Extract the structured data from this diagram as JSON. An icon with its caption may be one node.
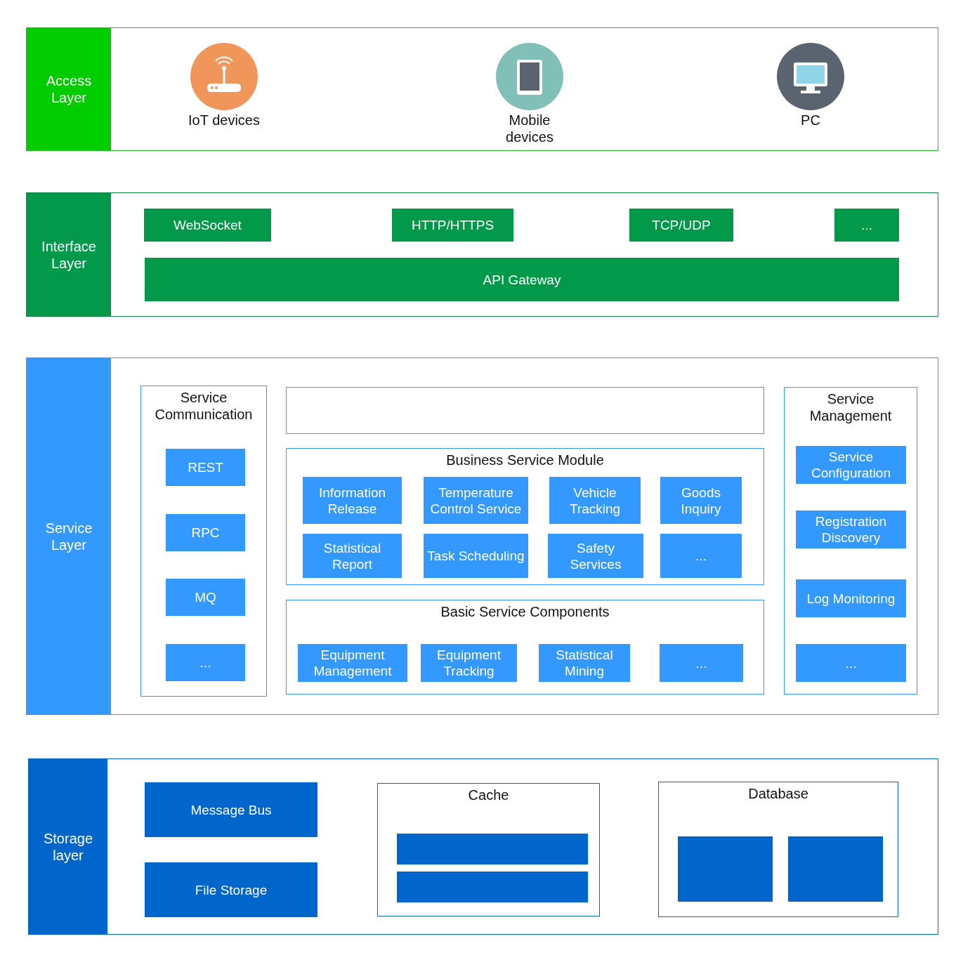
{
  "diagram": {
    "nodes": [
      {
        "text": [
          "Access Layer"
        ]
      },
      {
        "text": [
          "IoT devices"
        ],
        "in": 0
      },
      {
        "text": [
          "Mobile devices"
        ],
        "in": 0
      },
      {
        "text": [
          "PC"
        ],
        "in": 0
      },
      {
        "text": [
          "Interface Layer"
        ]
      },
      {
        "text": [
          "WebSocket"
        ],
        "in": 4
      },
      {
        "text": [
          "HTTP/HTTPS"
        ],
        "in": 4
      },
      {
        "text": [
          "TCP/UDP"
        ],
        "in": 4
      },
      {
        "text": [
          "..."
        ],
        "in": 4
      },
      {
        "text": [
          "API Gateway"
        ],
        "in": 4
      },
      {
        "text": [
          "Service Layer"
        ]
      },
      {
        "text": [
          "Service Communication"
        ],
        "in": 10
      },
      {
        "text": [
          "REST"
        ],
        "in": 11
      },
      {
        "text": [
          "RPC"
        ],
        "in": 11
      },
      {
        "text": [
          "MQ"
        ],
        "in": 11
      },
      {
        "text": [
          "..."
        ],
        "in": 11
      },
      {
        "text": [],
        "shape": "box",
        "in": 10
      },
      {
        "text": [
          "Business Service Module"
        ],
        "in": 10
      },
      {
        "text": [
          "Information Release"
        ],
        "in": 17
      },
      {
        "text": [
          "Temperature Control Service"
        ],
        "in": 17
      },
      {
        "text": [
          "Vehicle Tracking"
        ],
        "in": 17
      },
      {
        "text": [
          "Goods Inquiry"
        ],
        "in": 17
      },
      {
        "text": [
          "Statistical Report"
        ],
        "in": 17
      },
      {
        "text": [
          "Task Scheduling"
        ],
        "in": 17
      },
      {
        "text": [
          "Safety Services"
        ],
        "in": 17
      },
      {
        "text": [
          "..."
        ],
        "in": 17
      },
      {
        "text": [
          "Basic Service Components"
        ],
        "in": 10
      },
      {
        "text": [
          "Equipment Management"
        ],
        "in": 26
      },
      {
        "text": [
          "Equipment Tracking"
        ],
        "in": 26
      },
      {
        "text": [
          "Statistical Mining"
        ],
        "in": 26
      },
      {
        "text": [
          "..."
        ],
        "in": 26
      },
      {
        "text": [
          "Service Management"
        ],
        "in": 10
      },
      {
        "text": [
          "Service Configuration"
        ],
        "in": 31
      },
      {
        "text": [
          "Registration Discovery"
        ],
        "in": 31
      },
      {
        "text": [
          "Log Monitoring"
        ],
        "in": 31
      },
      {
        "text": [
          "..."
        ],
        "in": 31
      },
      {
        "text": [
          "Storage layer"
        ]
      },
      {
        "text": [
          "Message Bus"
        ],
        "in": 36
      },
      {
        "text": [
          "File Storage"
        ],
        "in": 36
      },
      {
        "text": [
          "Cache"
        ],
        "in": 36
      },
      {
        "text": [],
        "shape": "box",
        "in": 39
      },
      {
        "text": [],
        "shape": "box",
        "in": 39
      },
      {
        "text": [
          "Database"
        ],
        "in": 36
      },
      {
        "text": [],
        "shape": "box",
        "in": 42
      },
      {
        "text": [],
        "shape": "box",
        "in": 42
      }
    ]
  }
}
